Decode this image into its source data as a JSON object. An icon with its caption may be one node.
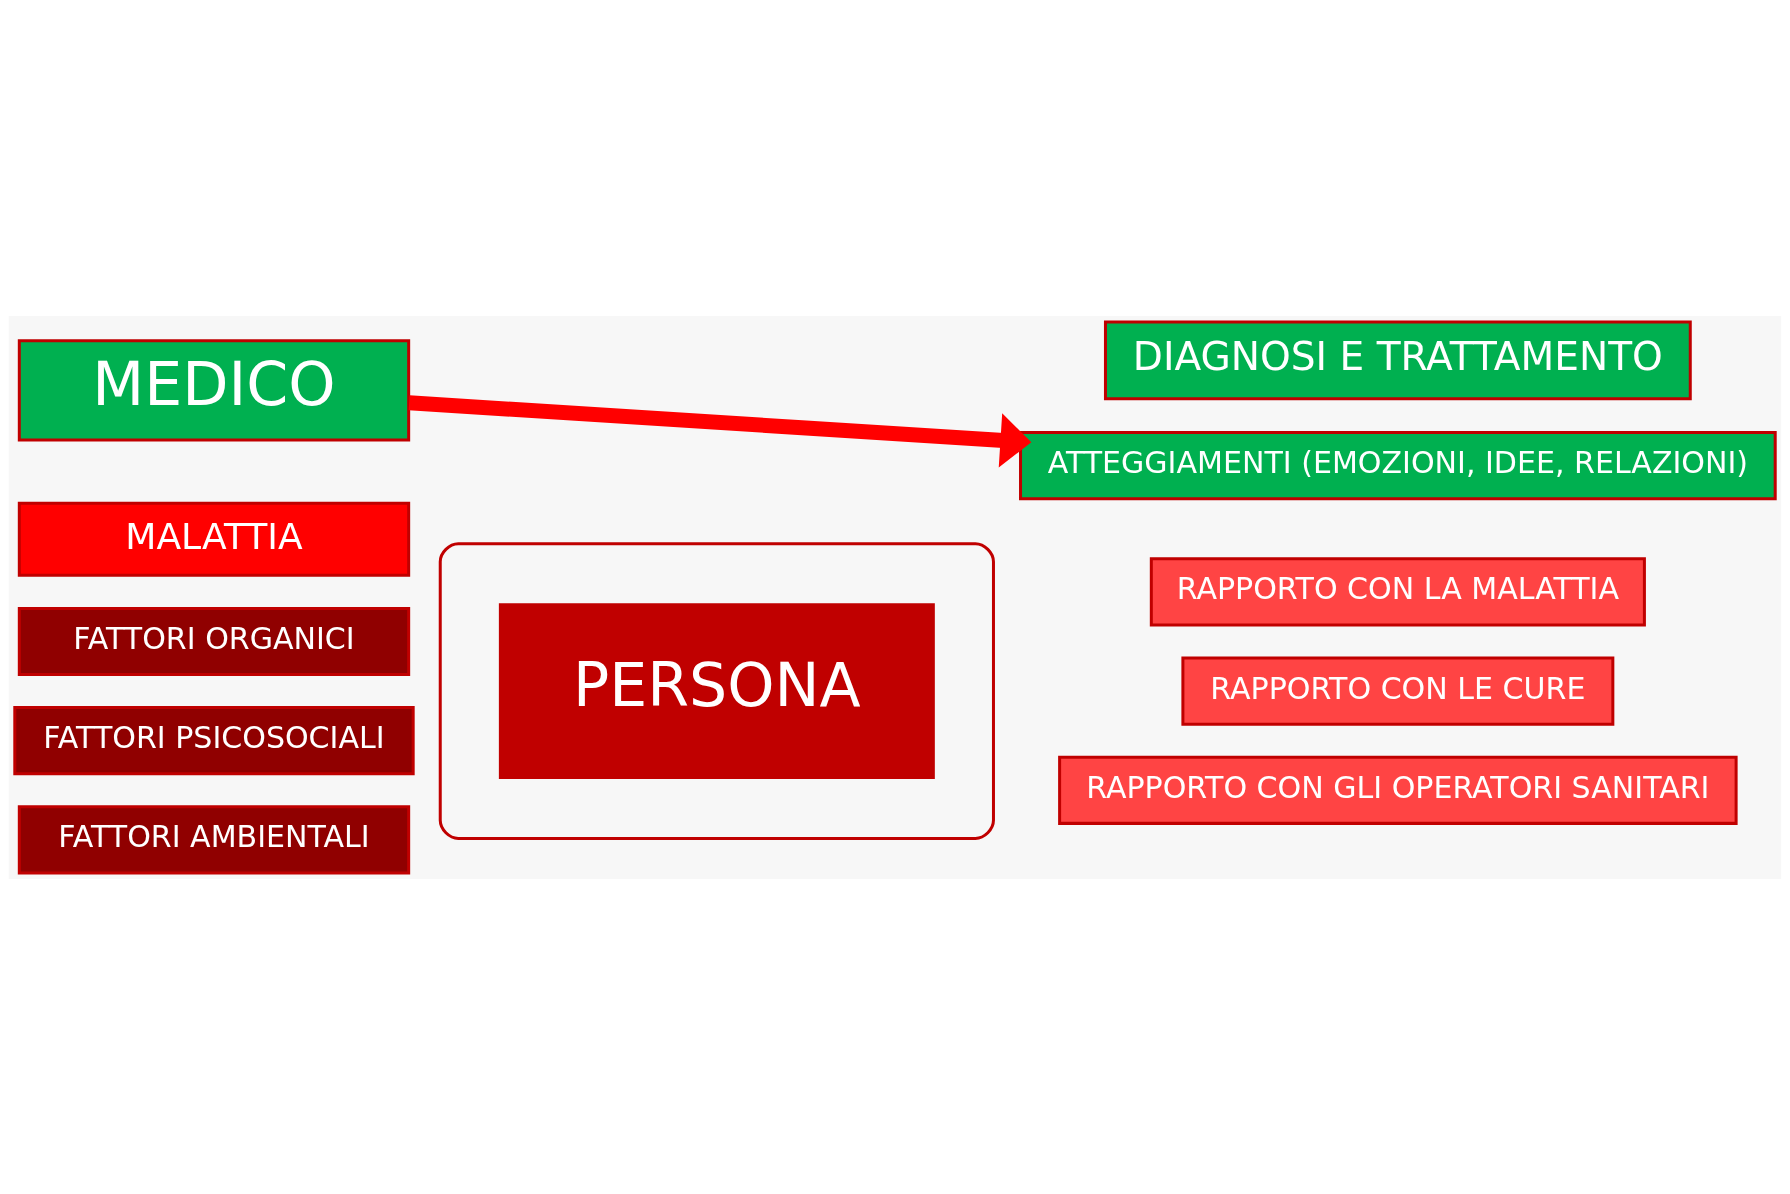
{
  "diagram": {
    "nodes": [
      {
        "text": [],
        "shape": "ellipse"
      },
      {
        "text": [
          "MALATTIA"
        ]
      },
      {
        "text": [
          "FATTORI ORGANICI"
        ]
      },
      {
        "text": [
          "FATTORI PSICOSOCIALI"
        ]
      },
      {
        "text": [
          "FATTORI AMBIENTALI"
        ]
      },
      {
        "text": [
          "PERSONA"
        ],
        "in": 0
      },
      {
        "text": [
          "RAPPORTO CON LA MALATTIA"
        ]
      },
      {
        "text": [
          "RAPPORTO CON LE CURE"
        ]
      },
      {
        "text": [
          "RAPPORTO CON GLI OPERATORI SANITARI"
        ]
      },
      {
        "text": [
          "DIAGNOSI E TRATTAMENTO"
        ]
      },
      {
        "text": [
          "MEDICO"
        ]
      },
      {
        "text": [
          "ATTEGGIAMENTI (EMOZIONI, IDEE, RELAZIONI)"
        ]
      }
    ],
    "edges": [
      {
        "from": 10,
        "to": 11,
        "arrow": "to",
        "color": "#ff0000"
      }
    ]
  }
}
